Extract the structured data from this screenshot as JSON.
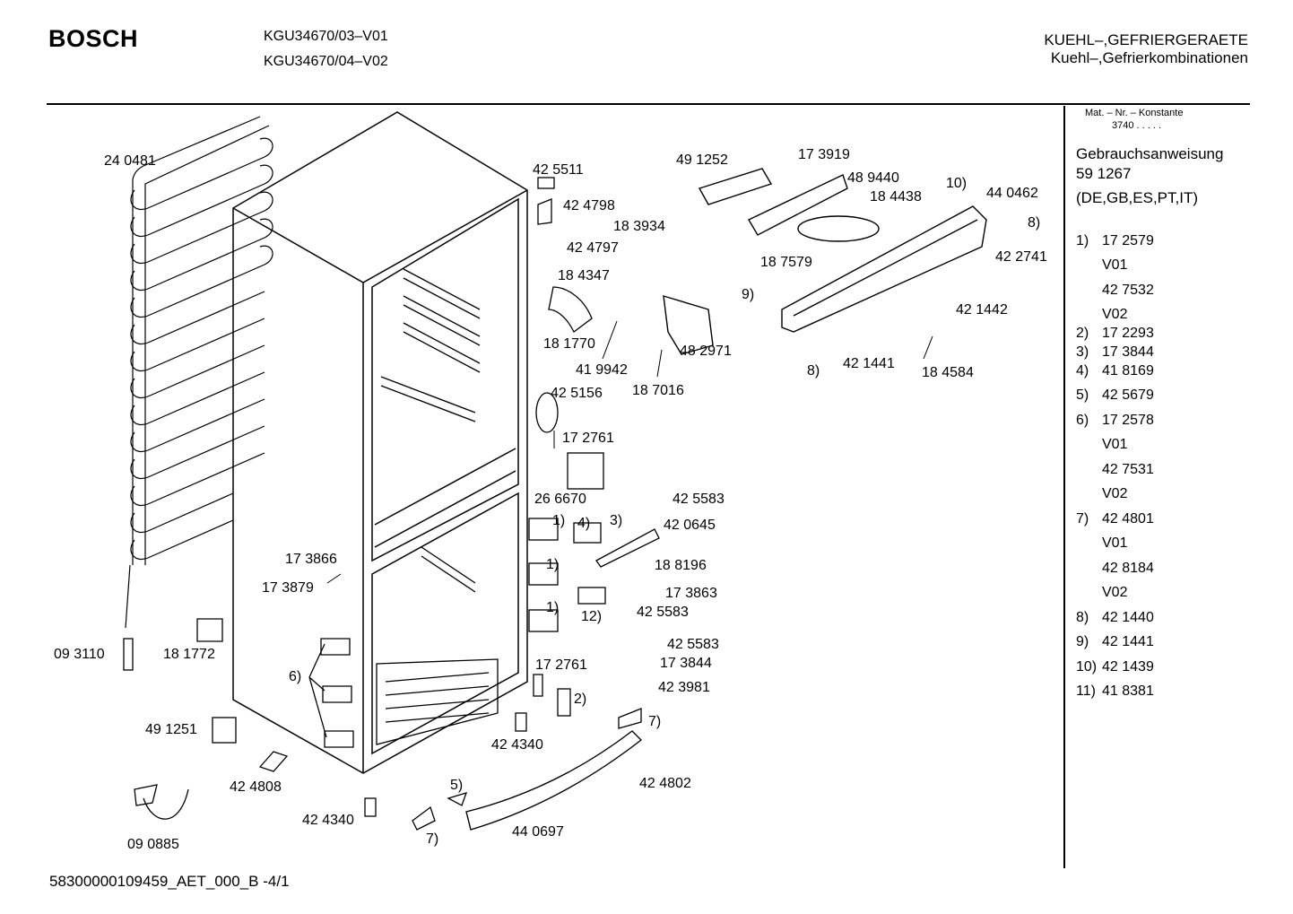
{
  "header": {
    "brand": "BOSCH",
    "models": [
      "KGU34670/03–V01",
      "KGU34670/04–V02"
    ],
    "category_main": "KUEHL–,GEFRIERGERAETE",
    "category_sub": "Kuehl–,Gefrierkombinationen"
  },
  "sidebar": {
    "mat_title": "Mat. – Nr. – Konstante",
    "mat_value": "3740 . . . . .",
    "manual_title": "Gebrauchsanweisung",
    "manual_number": "59 1267",
    "manual_langs": "(DE,GB,ES,PT,IT)",
    "parts": [
      {
        "mark": "1)",
        "number": "17 2579"
      },
      {
        "mark": "",
        "number": "V01"
      },
      {
        "mark": "",
        "number": "42 7532"
      },
      {
        "mark": "",
        "number": "V02"
      },
      {
        "mark": "2)",
        "number": "17 2293"
      },
      {
        "mark": "3)",
        "number": "17 3844"
      },
      {
        "mark": "4)",
        "number": "41 8169"
      },
      {
        "mark": "5)",
        "number": "42 5679"
      },
      {
        "mark": "6)",
        "number": "17 2578"
      },
      {
        "mark": "",
        "number": "V01"
      },
      {
        "mark": "",
        "number": "42 7531"
      },
      {
        "mark": "",
        "number": "V02"
      },
      {
        "mark": "7)",
        "number": "42 4801"
      },
      {
        "mark": "",
        "number": "V01"
      },
      {
        "mark": "",
        "number": "42 8184"
      },
      {
        "mark": "",
        "number": "V02"
      },
      {
        "mark": "8)",
        "number": "42 1440"
      },
      {
        "mark": "9)",
        "number": "42 1441"
      },
      {
        "mark": "10)",
        "number": "42 1439"
      },
      {
        "mark": "11)",
        "number": "41 8381"
      }
    ]
  },
  "labels": [
    "24 0481",
    "42 5511",
    "42 4798",
    "18 3934",
    "42 4797",
    "18 4347",
    "49 1252",
    "17 3919",
    "48 9440",
    "10)",
    "18 4438",
    "44 0462",
    "8)",
    "18 7579",
    "42 2741",
    "9)",
    "42 1442",
    "18 1770",
    "48 2971",
    "41 9942",
    "18 7016",
    "42 1441",
    "18 4584",
    "8)",
    "42 5156",
    "17 2761",
    "26 6670",
    "42 5583",
    "1)",
    "4)",
    "3)",
    "42 0645",
    "17 3866",
    "18 8196",
    "1)",
    "17 3879",
    "17 3863",
    "1)",
    "12)",
    "42 5583",
    "09 3110",
    "18 1772",
    "42 5583",
    "17 3844",
    "6)",
    "17 2761",
    "42 3981",
    "2)",
    "49 1251",
    "7)",
    "42 4340",
    "42 4808",
    "42 4802",
    "5)",
    "09 0885",
    "42 4340",
    "7)",
    "44 0697"
  ],
  "footer": {
    "doc_id": "58300000109459_AET_000_B",
    "page": "-4/1"
  }
}
